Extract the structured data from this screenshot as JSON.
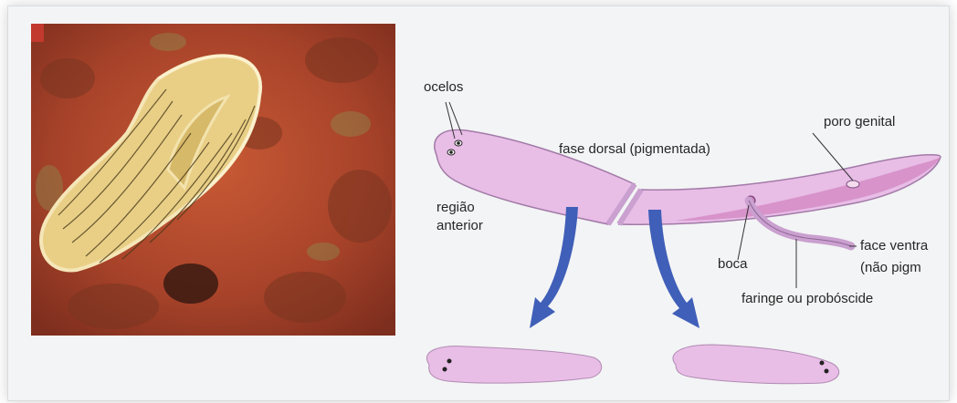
{
  "labels": {
    "ocelli": "ocelos",
    "dorsal": "fase dorsal (pigmentada)",
    "genital_pore": "poro genital",
    "anterior_line1": "região",
    "anterior_line2": "anterior",
    "mouth": "boca",
    "ventral_line1": "face ventra",
    "ventral_line2": "(não pigm",
    "pharynx": "faringe ou probóscide"
  },
  "colors": {
    "worm_body": "#e8bde6",
    "worm_dark": "#c9a0cf",
    "ventral": "#d48cc4",
    "arrow": "#3f5fb8",
    "photo_bg": "#b8452a"
  },
  "icons": {
    "left_arrow": "arrow-down-left",
    "right_arrow": "arrow-down-right"
  }
}
